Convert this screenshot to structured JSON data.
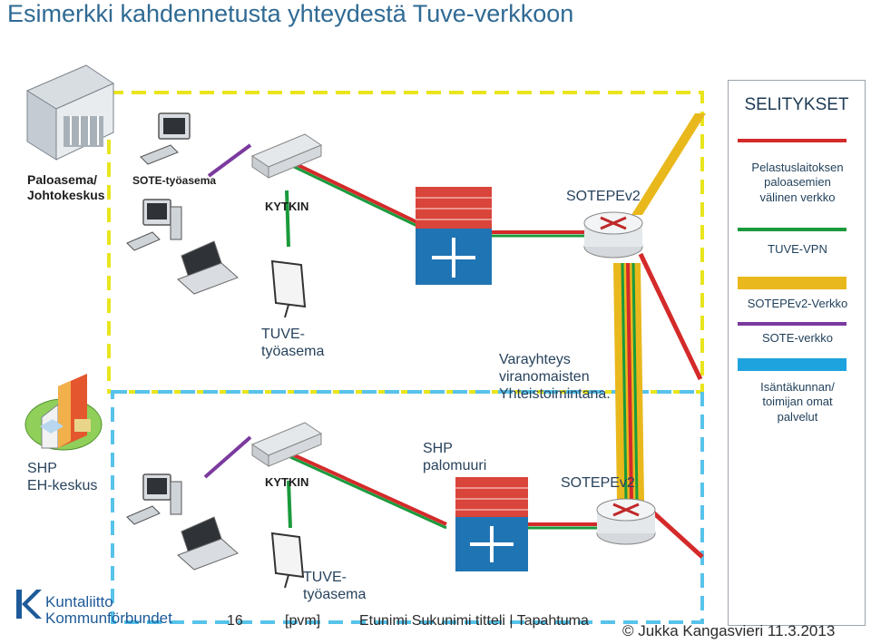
{
  "title": "Esimerkki kahdennetusta yhteydestä Tuve-verkkoon",
  "labels": {
    "fire_station": "Paloasema/\nJohtokeskus",
    "sote_workstation": "SOTE-työasema",
    "switch_top": "KYTKIN",
    "switch_bottom": "KYTKIN",
    "sotepev2_top": "SOTEPEv2",
    "sotepev2_bottom": "SOTEPEv2",
    "tuve_workstation_top": "TUVE-\ntyöasema",
    "tuve_workstation_bottom": "TUVE-\ntyöasema",
    "backup_link": "Varayhteys\nviranomaisten\nYhteistoimintana.",
    "shp_firewall": "SHP\npalomuuri",
    "shp_center": "SHP\nEH-keskus"
  },
  "legend": {
    "title": "SELITYKSET",
    "items": [
      {
        "label": "Pelastuslaitoksen\npaloasemien\nvälinen verkko",
        "color": "#d42a2a"
      },
      {
        "label": "TUVE-VPN",
        "color": "#1a9a3c"
      },
      {
        "label": "SOTEPEv2-Verkko",
        "color": "#e9b81c"
      },
      {
        "label": "SOTE-verkko",
        "color": "#7b3a9e"
      },
      {
        "label": "Isäntäkunnan/\ntoimijan omat\npalvelut",
        "color": "#1fa3de"
      }
    ]
  },
  "footer": {
    "logo_line1": "Kuntaliitto",
    "logo_line2": "Kommunförbundet",
    "page_number": "16",
    "date_field": "[pvm]",
    "author_field": "Etunimi Sukunimi titteli | Tapahtuma",
    "copyright": "© Jukka Kangasvieri 11.3.2013"
  },
  "colors": {
    "red": "#d42a2a",
    "green": "#1a9a3c",
    "yellow": "#e9b81c",
    "purple": "#7b3a9e",
    "cyan": "#1fa3de",
    "title": "#2f6a94"
  }
}
